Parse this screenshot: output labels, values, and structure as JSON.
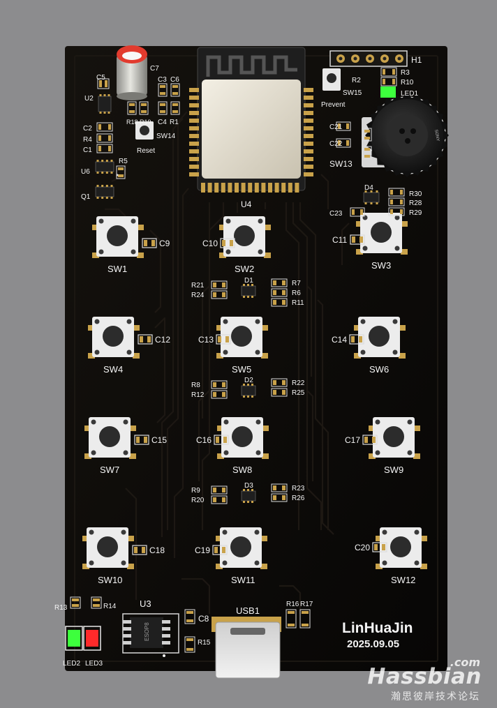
{
  "board": {
    "author": "LinHuaJin",
    "date": "2025.09.05",
    "header_label": "H1",
    "module_label": "U4",
    "usb_label": "USB1",
    "usb_chip_label": "U3",
    "chip_text": "ESOP8",
    "encoder_label": "SW13",
    "encoder_text": "SONY",
    "reset_label": "Reset",
    "prevent_label": "Prevent"
  },
  "switches": [
    {
      "label": "SW1",
      "cap": "C9"
    },
    {
      "label": "SW2",
      "cap": "C10"
    },
    {
      "label": "SW3",
      "cap": "C11"
    },
    {
      "label": "SW4",
      "cap": "C12"
    },
    {
      "label": "SW5",
      "cap": "C13"
    },
    {
      "label": "SW6",
      "cap": "C14"
    },
    {
      "label": "SW7",
      "cap": "C15"
    },
    {
      "label": "SW8",
      "cap": "C16"
    },
    {
      "label": "SW9",
      "cap": "C17"
    },
    {
      "label": "SW10",
      "cap": "C18"
    },
    {
      "label": "SW11",
      "cap": "C19"
    },
    {
      "label": "SW12",
      "cap": "C20"
    }
  ],
  "decoders": [
    {
      "label": "D1",
      "left": [
        "R21",
        "R24"
      ],
      "right": [
        "R7",
        "R6",
        "R11"
      ]
    },
    {
      "label": "D2",
      "left": [
        "R8",
        "R12"
      ],
      "right": [
        "R22",
        "R25"
      ]
    },
    {
      "label": "D3",
      "left": [
        "R9",
        "R20"
      ],
      "right": [
        "R23",
        "R26"
      ]
    }
  ],
  "labels": {
    "c5": "C5",
    "c7": "C7",
    "c3": "C3",
    "c6": "C6",
    "u2": "U2",
    "r18": "R18",
    "r19": "R19",
    "c4": "C4",
    "r1": "R1",
    "c2": "C2",
    "r4": "R4",
    "c1": "C1",
    "sw14": "SW14",
    "u6": "U6",
    "r5": "R5",
    "q1": "Q1",
    "r2": "R2",
    "sw15": "SW15",
    "r3": "R3",
    "r10": "R10",
    "led1": "LED1",
    "c21": "C21",
    "c22": "C22",
    "d4": "D4",
    "r30": "R30",
    "r28": "R28",
    "r29": "R29",
    "c23": "C23",
    "r13": "R13",
    "r14": "R14",
    "led2": "LED2",
    "led3": "LED3",
    "c8": "C8",
    "r15": "R15",
    "r16": "R16",
    "r17": "R17"
  },
  "watermark": {
    "brand": "Hassbian",
    "tld": ".com",
    "subtitle": "瀚思彼岸技术论坛"
  },
  "colors": {
    "background": "#8c8c8e",
    "board": "#0c0a08",
    "silkscreen": "#f4f4f4",
    "copper_pad": "#c9a24a",
    "led_green": "#3dff3d",
    "led_red": "#ff2a2a",
    "capacitor_top": "#e23b2e"
  }
}
